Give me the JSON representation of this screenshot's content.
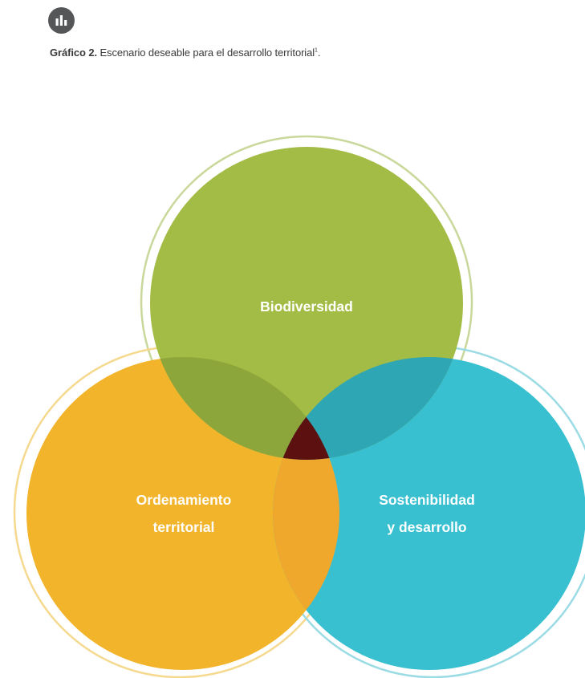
{
  "header": {
    "icon": "bar-chart-icon",
    "caption_label": "Gráfico 2.",
    "caption_text": " Escenario deseable para el desarrollo territorial",
    "caption_footnote": "1",
    "caption_end": "."
  },
  "diagram": {
    "type": "venn",
    "sets": [
      {
        "id": "top",
        "label_lines": [
          "Biodiversidad"
        ],
        "color": "#a3bc45",
        "ring_color": "#c9d89a"
      },
      {
        "id": "left",
        "label_lines": [
          "Ordenamiento",
          "territorial"
        ],
        "color": "#f2b42a",
        "ring_color": "#f5d98e"
      },
      {
        "id": "right",
        "label_lines": [
          "Sostenibilidad",
          "y desarrollo"
        ],
        "color": "#38c0d1",
        "ring_color": "#9adbe4"
      }
    ],
    "overlap_colors": {
      "top_left": "#8da63b",
      "top_right": "#2ea6b3",
      "left_right": "#efa72c",
      "center": "#5c1010"
    }
  }
}
